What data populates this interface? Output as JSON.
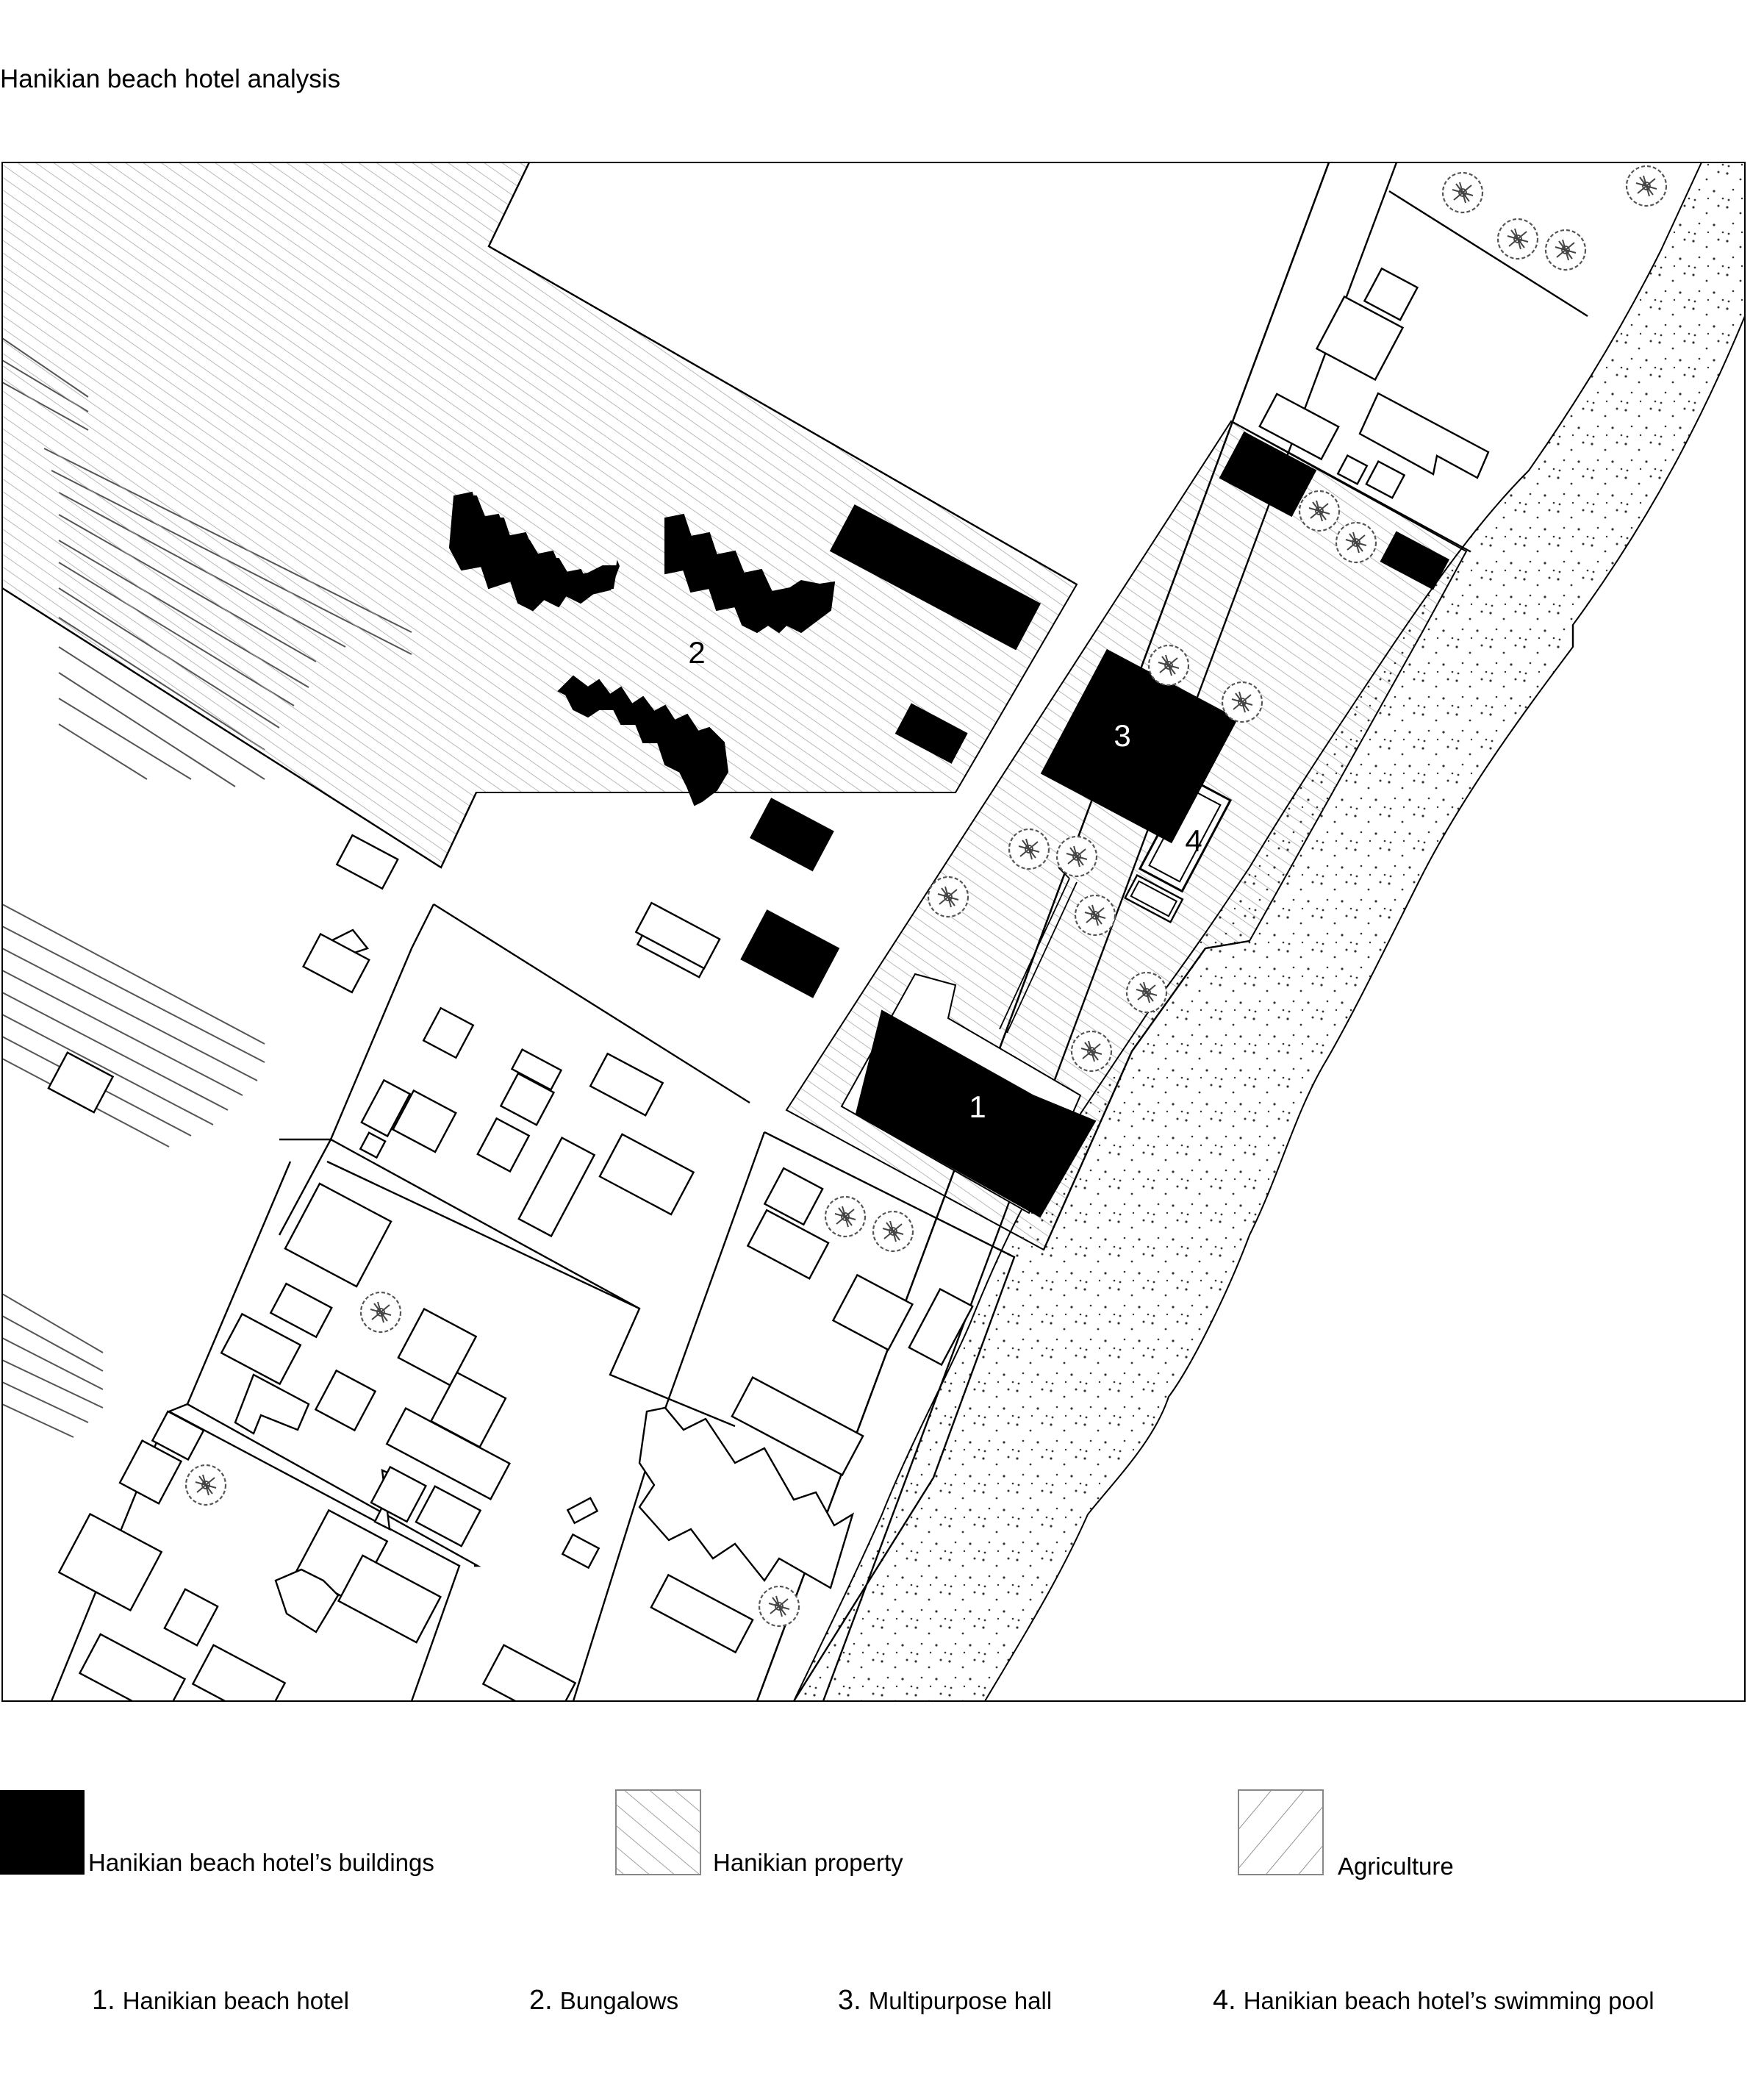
{
  "title": "Hanikian beach hotel analysis",
  "map_labels": {
    "hotel": "1",
    "bungalows": "2",
    "hall": "3",
    "pool": "4"
  },
  "legend": {
    "buildings": "Hanikian beach hotel’s buildings",
    "property": "Hanikian property",
    "agriculture": "Agriculture"
  },
  "key": [
    {
      "num": "1.",
      "text": "Hanikian beach hotel"
    },
    {
      "num": "2.",
      "text": "Bungalows"
    },
    {
      "num": "3.",
      "text": "Multipurpose hall"
    },
    {
      "num": "4.",
      "text": "Hanikian beach hotel’s swimming pool"
    }
  ],
  "colors": {
    "building_fill": "#000000",
    "outline": "#000000",
    "hatch": "#9a9a9a",
    "background": "#ffffff"
  }
}
